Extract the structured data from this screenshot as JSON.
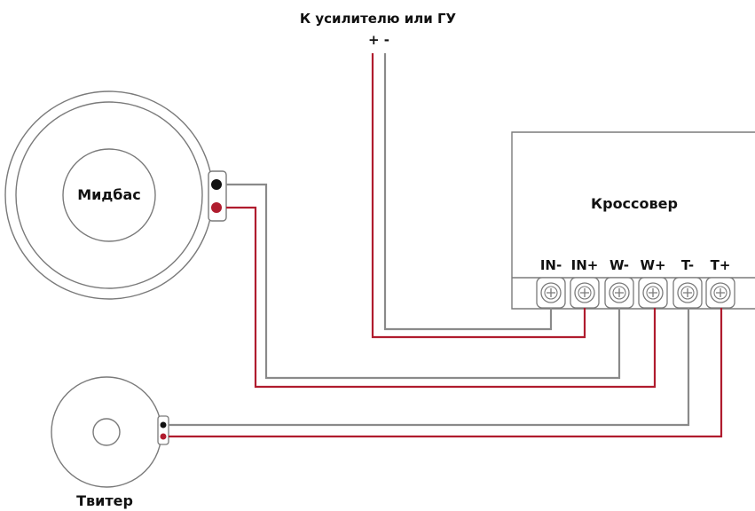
{
  "source": {
    "label": "К усилителю или ГУ",
    "polarity": "+ -"
  },
  "crossover": {
    "label": "Кроссовер",
    "terminals": [
      "IN-",
      "IN+",
      "W-",
      "W+",
      "T-",
      "T+"
    ]
  },
  "midbass": {
    "label": "Мидбас"
  },
  "tweeter": {
    "label": "Твитер"
  },
  "colors": {
    "positive_wire": "#b01c2e",
    "negative_wire": "#8a8a8a",
    "outline": "#7a7a7a",
    "positive_contact": "#b01c2e",
    "negative_contact": "#111111"
  }
}
